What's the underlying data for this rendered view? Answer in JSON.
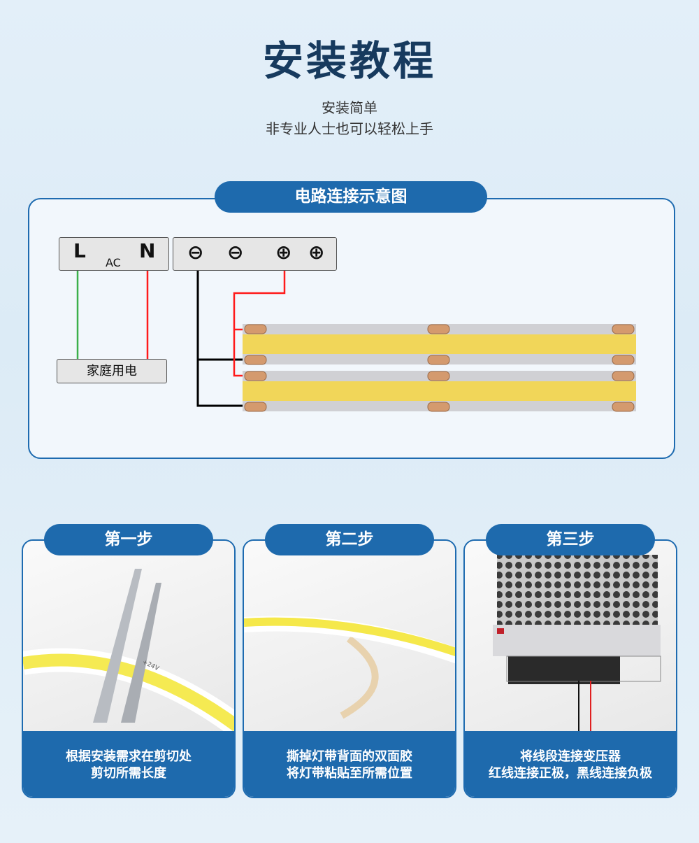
{
  "header": {
    "title": "安装教程",
    "subtitle_lines": [
      "安装简单",
      "非专业人士也可以轻松上手"
    ]
  },
  "diagram": {
    "title": "电路连接示意图",
    "ac_box": {
      "l": "L",
      "ac": "AC",
      "n": "N"
    },
    "dc_box": {
      "terminals": [
        "⊖",
        "⊖",
        "⊕",
        "⊕"
      ]
    },
    "household_label": "家庭用电",
    "colors": {
      "live": "#ff1a1a",
      "neutral": "#3cb04a",
      "negative": "#000000",
      "positive": "#ff1a1a",
      "strip_yellow": "#f1d659",
      "strip_base": "#d0d0d4",
      "pad": "#d49a6e"
    }
  },
  "steps": [
    {
      "label": "第一步",
      "caption": [
        "根据安装需求在剪切处",
        "剪切所需长度"
      ],
      "strip_mark": "+24V"
    },
    {
      "label": "第二步",
      "caption": [
        "撕掉灯带背面的双面胶",
        "将灯带粘贴至所需位置"
      ]
    },
    {
      "label": "第三步",
      "caption": [
        "将线段连接变压器",
        "红线连接正极，黑线连接负极"
      ]
    }
  ],
  "accent": "#1e6aad"
}
